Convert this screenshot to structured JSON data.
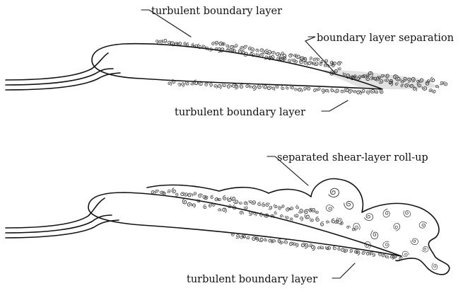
{
  "figure": {
    "upper_panel": {
      "labels": {
        "upper_surface": "turbulent boundary layer",
        "separation": "boundary layer separation",
        "lower_surface": "turbulent boundary layer"
      }
    },
    "lower_panel": {
      "labels": {
        "rollup": "separated shear-layer roll-up",
        "lower_surface": "turbulent boundary layer"
      }
    }
  }
}
